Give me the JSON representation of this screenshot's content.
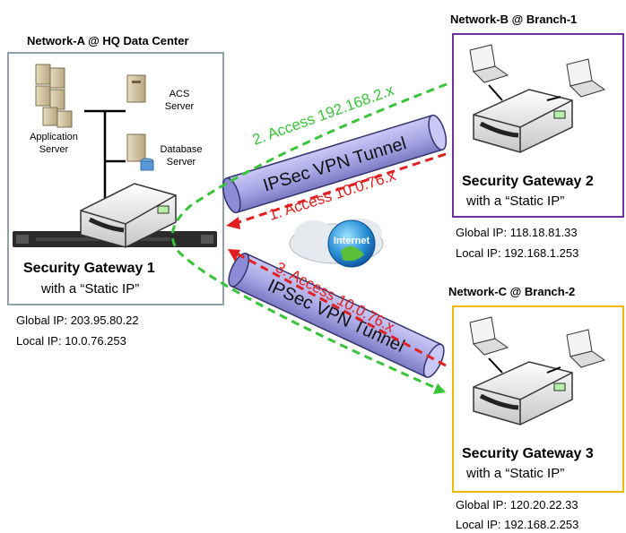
{
  "network_a": {
    "title": "Network-A @ HQ Data Center",
    "app_server": [
      "Application",
      "Server"
    ],
    "acs_server": [
      "ACS",
      "Server"
    ],
    "db_server": [
      "Database",
      "Server"
    ],
    "gateway_title": "Security Gateway 1",
    "gateway_sub": "with a “Static IP”",
    "global_ip": "Global IP: 203.95.80.22",
    "local_ip": "Local IP: 10.0.76.253",
    "border_color": "#8ea3a8"
  },
  "network_b": {
    "title": "Network-B @ Branch-1",
    "gateway_title": "Security Gateway 2",
    "gateway_sub": "with a “Static IP”",
    "global_ip": "Global IP: 118.18.81.33",
    "local_ip": "Local IP: 192.168.1.253",
    "border_color": "#7030a0"
  },
  "network_c": {
    "title": "Network-C @ Branch-2",
    "gateway_title": "Security Gateway 3",
    "gateway_sub": "with a “Static IP”",
    "global_ip": "Global IP: 120.20.22.33",
    "local_ip": "Local IP: 192.168.2.253",
    "border_color": "#f0b800"
  },
  "tunnels": {
    "top_label": "IPSec VPN Tunnel",
    "bottom_label": "IPSec VPN Tunnel",
    "fill_color": "#a9a8e6"
  },
  "flows": {
    "access_2": "2. Access 192.168.2.x",
    "access_1": "1. Access 10.0.76.x",
    "access_3": "3. Access 10.0.76.x",
    "green": "#39c43a",
    "red": "#e02020"
  },
  "internet": {
    "label": "Internet"
  }
}
